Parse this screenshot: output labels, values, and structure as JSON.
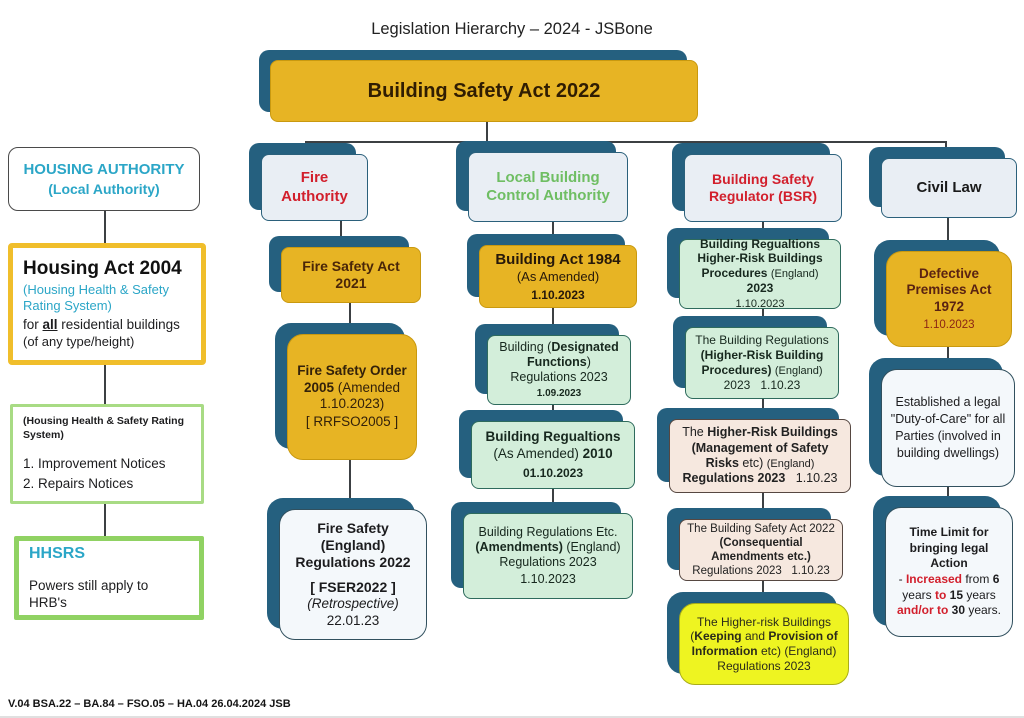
{
  "title": "Legislation Hierarchy – 2024 - JSBone",
  "footer": "V.04 BSA.22 – BA.84 – FSO.05 – HA.04 26.04.2024 JSB",
  "colors": {
    "gold": "#e7b424",
    "teal_shadow": "#25607f",
    "light_green": "#d3eeda",
    "pink": "#f6e8df",
    "bright_yellow": "#eef421",
    "header_fill": "#e9eef4",
    "red_text": "#d21f2c",
    "green_text": "#6fbe63",
    "teal_text": "#2ba6c7"
  },
  "root": {
    "label": "Building Safety Act 2022"
  },
  "housing": {
    "header": {
      "line1": "HOUSING AUTHORITY",
      "line2": "(Local Authority)"
    },
    "act": {
      "title": "Housing Act 2004",
      "subtitle": "(Housing Health & Safety Rating System)",
      "for_pre": "for ",
      "for_all": "all",
      "for_post": " residential buildings",
      "line4": "(of any type/height)"
    },
    "notices": {
      "heading": "(Housing Health & Safety Rating System)",
      "item1": "1. Improvement Notices",
      "item2": "2. Repairs Notices"
    },
    "hhsrs": {
      "title": "HHSRS",
      "body": "Powers still apply to HRB's"
    }
  },
  "fire": {
    "header": "Fire Authority",
    "act2021": "Fire Safety Act 2021",
    "order": {
      "b1": "Fire Safety Order 2005",
      "r1": " (Amended 1.10.2023)",
      "r2": "[ RRFSO2005 ]"
    },
    "england": {
      "b1": "Fire Safety (England) Regulations 2022",
      "b2": "[ FSER2022 ]",
      "i1": "(Retrospective)",
      "d1": "22.01.23"
    }
  },
  "lbca": {
    "header": "Local Building Control Authority",
    "act1984": {
      "t": "Building Act 1984",
      "s": "(As Amended)",
      "d": "1.10.2023"
    },
    "designated": {
      "r1": "Building (",
      "b1": "Designated Functions",
      "r2": ") ",
      "r3": "Regulations 2023",
      "d": "1.09.2023"
    },
    "reg2010": {
      "b1": "Building Regualtions",
      "r1": " (As Amended) ",
      "b2": "2010",
      "d": "01.10.2023"
    },
    "regetc": {
      "r1": "Building Regulations Etc. ",
      "b1": "(Amendments)",
      "r2": " (England) Regulations 2023",
      "d": "1.10.2023"
    }
  },
  "bsr": {
    "header": "Building Safety Regulator (BSR)",
    "box1": {
      "b1": "Building Regualtions Higher-Risk Buildings Procedures ",
      "r1": "(England) ",
      "b2": "2023",
      "d": "1.10.2023"
    },
    "box2": {
      "r1": "The Building Regulations ",
      "b1": "(Higher-Risk Building Procedures) ",
      "r2": "(England) ",
      "r3": "2023   1.10.23"
    },
    "box3": {
      "r1": "The ",
      "b1": "Higher-Risk Buildings (Management of Safety Risks ",
      "r2": "etc) ",
      "r3": "(England) ",
      "b2": "Regulations 2023",
      "d": "   1.10.23"
    },
    "box4": {
      "r1": "The Building Safety Act 2022 ",
      "b1": "(Consequential Amendments etc.) ",
      "r2": "Regulations 2023   1.10.23"
    },
    "box5": {
      "r1": "The Higher-risk Buildings (",
      "b1": "Keeping",
      "r2": " and ",
      "b2": "Provision of Information",
      "r3": " etc) (England) Regulations 2023"
    }
  },
  "civil": {
    "header": "Civil Law",
    "defective": {
      "t": "Defective Premises Act 1972",
      "d": "1.10.2023"
    },
    "established": {
      "body": "Established a legal \"Duty-of-Care\" for all Parties (involved in building dwellings)"
    },
    "time": {
      "b1": "Time Limit for bringing legal Action",
      "r1": "- ",
      "red1": "Increased",
      "r2": " from ",
      "b2": "6",
      "r3": " years ",
      "red2": "to",
      "r4": " ",
      "b3": "15",
      "r5": " years ",
      "red3": "and/or to",
      "b4": " 30",
      "r6": " years."
    }
  }
}
